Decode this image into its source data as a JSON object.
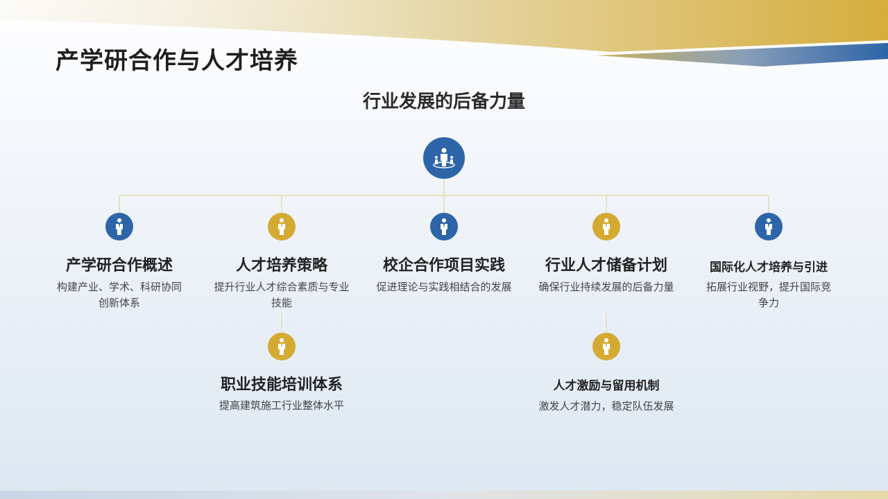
{
  "page_title": "产学研合作与人才培养",
  "subtitle": "行业发展的后备力量",
  "colors": {
    "blue": "#2d65a8",
    "gold": "#d4aa33"
  },
  "root": {
    "icon": "team-leader-icon"
  },
  "nodes": [
    {
      "title": "产学研合作概述",
      "desc": "构建产业、学术、科研协同创新体系",
      "icon": "person-icon",
      "color": "blue"
    },
    {
      "title": "人才培养策略",
      "desc": "提升行业人才综合素质与专业技能",
      "icon": "person-icon",
      "color": "gold"
    },
    {
      "title": "校企合作项目实践",
      "desc": "促进理论与实践相结合的发展",
      "icon": "person-icon",
      "color": "blue"
    },
    {
      "title": "行业人才储备计划",
      "desc": "确保行业持续发展的后备力量",
      "icon": "person-icon",
      "color": "gold"
    },
    {
      "title": "国际化人才培养与引进",
      "desc": "拓展行业视野，提升国际竞争力",
      "icon": "person-icon",
      "color": "blue"
    },
    {
      "title": "职业技能培训体系",
      "desc": "提高建筑施工行业整体水平",
      "icon": "person-icon",
      "color": "gold"
    },
    {
      "title": "人才激励与留用机制",
      "desc": "激发人才潜力，稳定队伍发展",
      "icon": "person-icon",
      "color": "gold"
    }
  ]
}
